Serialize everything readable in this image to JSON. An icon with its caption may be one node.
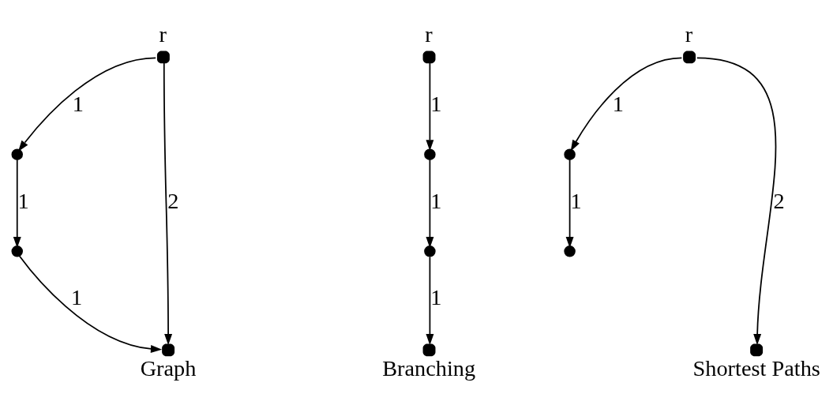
{
  "diagram": {
    "nodes": [
      {
        "text": [],
        "shape": "circle",
        "beside": [
          "r"
        ]
      },
      {
        "text": [],
        "shape": "circle"
      },
      {
        "text": [],
        "shape": "circle"
      },
      {
        "text": [],
        "shape": "circle",
        "beside": [
          "Graph"
        ]
      },
      {
        "text": [],
        "shape": "circle",
        "beside": [
          "r"
        ]
      },
      {
        "text": [],
        "shape": "circle"
      },
      {
        "text": [],
        "shape": "circle"
      },
      {
        "text": [],
        "shape": "circle",
        "beside": [
          "Branching"
        ]
      },
      {
        "text": [],
        "shape": "circle",
        "beside": [
          "r"
        ]
      },
      {
        "text": [],
        "shape": "circle"
      },
      {
        "text": [],
        "shape": "circle"
      },
      {
        "text": [],
        "shape": "circle",
        "beside": [
          "Shortest Paths"
        ]
      }
    ],
    "edges": [
      {
        "from": 0,
        "to": 1,
        "arrow": "to",
        "label": "1"
      },
      {
        "from": 1,
        "to": 2,
        "arrow": "to",
        "label": "1"
      },
      {
        "from": 2,
        "to": 3,
        "arrow": "to",
        "label": "1"
      },
      {
        "from": 0,
        "to": 3,
        "arrow": "to",
        "label": "2"
      },
      {
        "from": 4,
        "to": 5,
        "arrow": "to",
        "label": "1"
      },
      {
        "from": 5,
        "to": 6,
        "arrow": "to",
        "label": "1"
      },
      {
        "from": 6,
        "to": 7,
        "arrow": "to",
        "label": "1"
      },
      {
        "from": 8,
        "to": 9,
        "arrow": "to",
        "label": "1"
      },
      {
        "from": 9,
        "to": 10,
        "arrow": "to",
        "label": "1"
      },
      {
        "from": 8,
        "to": 11,
        "arrow": "to",
        "label": "2"
      }
    ]
  }
}
